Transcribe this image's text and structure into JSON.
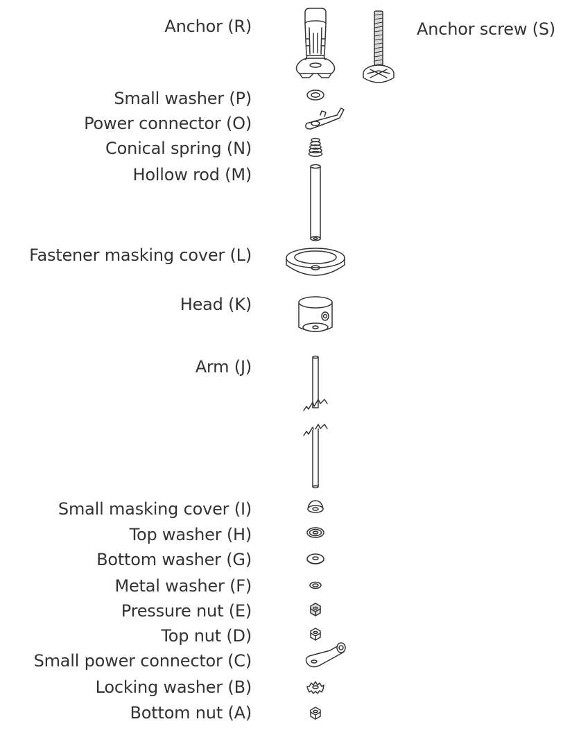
{
  "diagram": {
    "parts": [
      {
        "id": "R",
        "label": "Anchor (R)",
        "icon": "anchor-icon"
      },
      {
        "id": "S",
        "label": "Anchor screw (S)",
        "icon": "anchor-screw-icon"
      },
      {
        "id": "P",
        "label": "Small washer (P)",
        "icon": "small-washer-icon"
      },
      {
        "id": "O",
        "label": "Power connector (O)",
        "icon": "power-connector-icon"
      },
      {
        "id": "N",
        "label": "Conical spring (N)",
        "icon": "conical-spring-icon"
      },
      {
        "id": "M",
        "label": "Hollow rod (M)",
        "icon": "hollow-rod-icon"
      },
      {
        "id": "L",
        "label": "Fastener masking cover (L)",
        "icon": "fastener-masking-cover-icon"
      },
      {
        "id": "K",
        "label": "Head (K)",
        "icon": "head-icon"
      },
      {
        "id": "J",
        "label": "Arm  (J)",
        "icon": "arm-icon"
      },
      {
        "id": "I",
        "label": "Small masking cover (I)",
        "icon": "small-masking-cover-icon"
      },
      {
        "id": "H",
        "label": "Top washer (H)",
        "icon": "top-washer-icon"
      },
      {
        "id": "G",
        "label": "Bottom washer (G)",
        "icon": "bottom-washer-icon"
      },
      {
        "id": "F",
        "label": "Metal washer (F)",
        "icon": "metal-washer-icon"
      },
      {
        "id": "E",
        "label": "Pressure nut (E)",
        "icon": "pressure-nut-icon"
      },
      {
        "id": "D",
        "label": "Top nut (D)",
        "icon": "top-nut-icon"
      },
      {
        "id": "C",
        "label": "Small power connector (C)",
        "icon": "small-power-connector-icon"
      },
      {
        "id": "B",
        "label": "Locking washer (B)",
        "icon": "locking-washer-icon"
      },
      {
        "id": "A",
        "label": "Bottom nut (A)",
        "icon": "bottom-nut-icon"
      }
    ]
  }
}
